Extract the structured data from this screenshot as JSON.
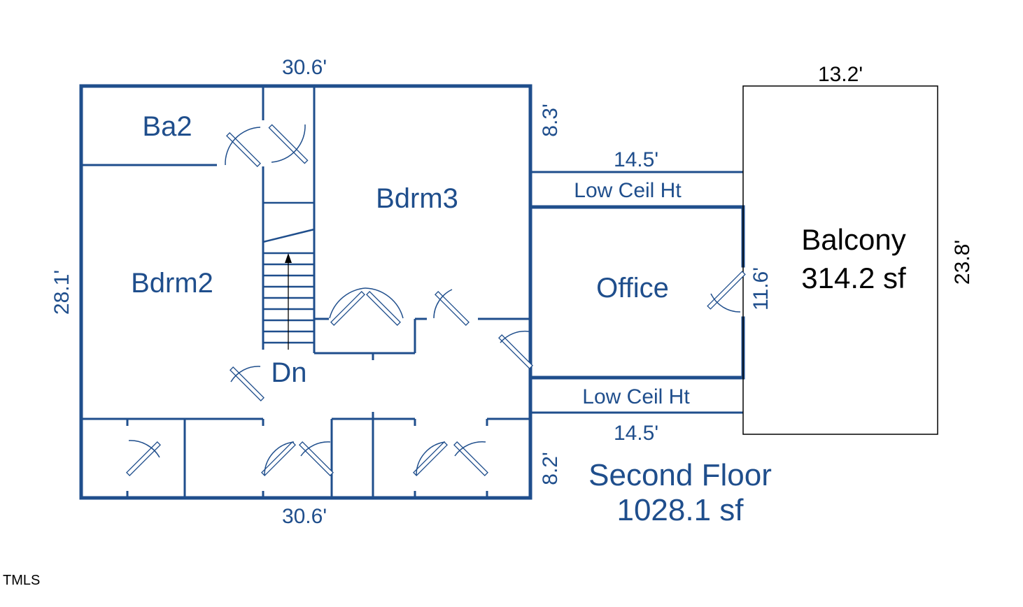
{
  "plan": {
    "floor_name": "Second Floor",
    "floor_area": "1028.1 sf",
    "rooms": {
      "ba2": "Ba2",
      "bdrm2": "Bdrm2",
      "bdrm3": "Bdrm3",
      "office": "Office",
      "stairs": "Dn",
      "low_ceil_top": "Low Ceil Ht",
      "low_ceil_bottom": "Low Ceil Ht"
    },
    "balcony": {
      "name": "Balcony",
      "area": "314.2 sf"
    },
    "dimensions": {
      "top_width": "30.6'",
      "bottom_width": "30.6'",
      "left_height": "28.1'",
      "right_upper": "8.3'",
      "right_lower": "8.2'",
      "office_depth": "11.6'",
      "low_ceil_top_width": "14.5'",
      "low_ceil_bottom_width": "14.5'",
      "balcony_width": "13.2'",
      "balcony_height": "23.8'"
    },
    "watermark": "TMLS"
  },
  "colors": {
    "line": "#1f4e8c",
    "balcony_line": "#000000",
    "background": "#ffffff"
  }
}
